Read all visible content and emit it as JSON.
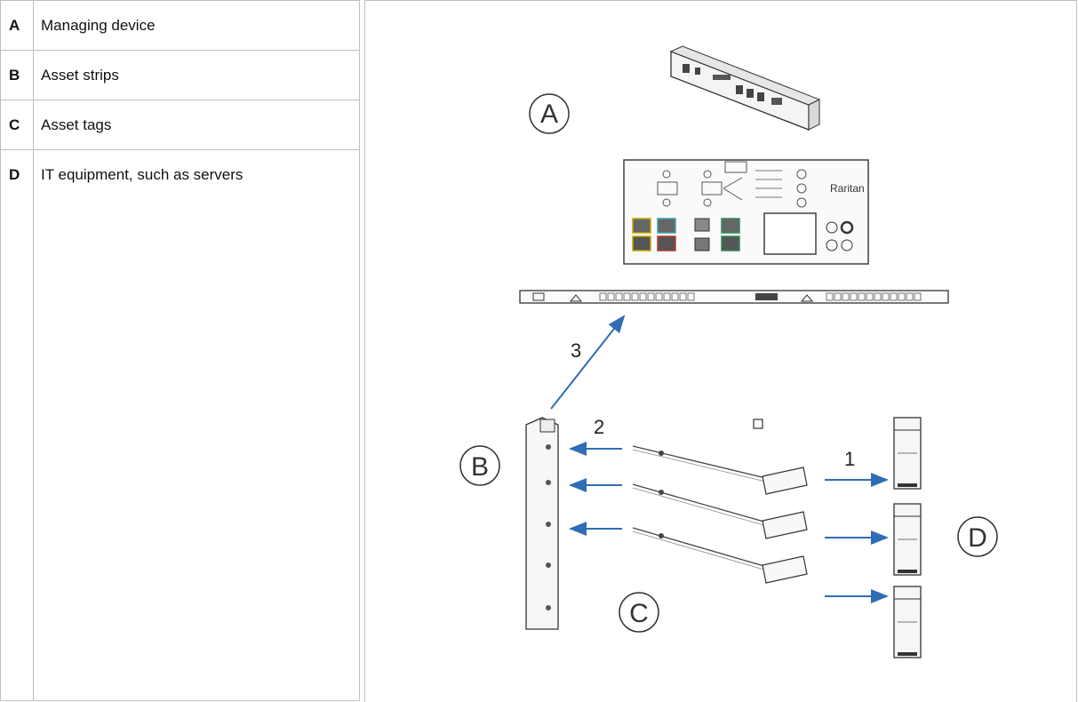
{
  "legend": [
    {
      "letter": "A",
      "description": "Managing device"
    },
    {
      "letter": "B",
      "description": "Asset strips"
    },
    {
      "letter": "C",
      "description": "Asset tags"
    },
    {
      "letter": "D",
      "description": "IT equipment, such as servers"
    }
  ],
  "diagram": {
    "callouts": {
      "a": "A",
      "b": "B",
      "c": "C",
      "d": "D"
    },
    "step_numbers": {
      "one": "1",
      "two": "2",
      "three": "3"
    },
    "brand_text": "Raritan",
    "arrow_color": "#2f6db5"
  }
}
